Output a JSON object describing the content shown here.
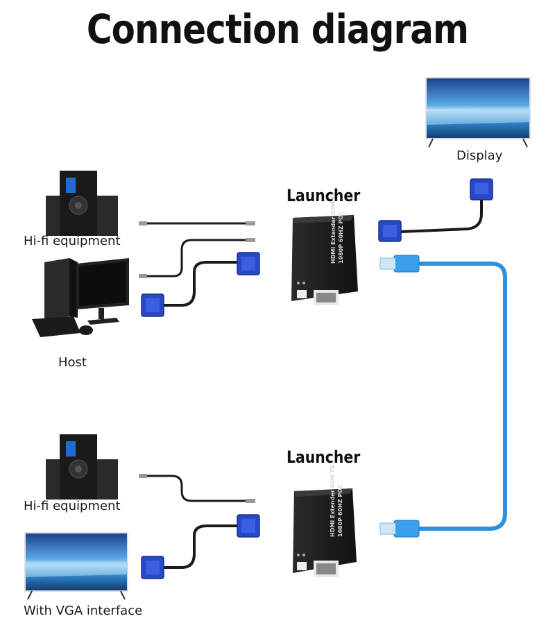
{
  "title": "Connection diagram",
  "labels": {
    "display": "Display",
    "hifi_top": "Hi-fi equipment",
    "host": "Host",
    "launcher_top": "Launcher",
    "launcher_bottom": "Launcher",
    "hifi_bottom": "Hi-fi equipment",
    "vga_tv": "With VGA interface"
  },
  "device_print": {
    "line1": "HDMI Extender 60M TX",
    "line2": "1080P 60HZ POC"
  },
  "colors": {
    "cable_blue": "#2f8fe0",
    "vga_blue": "#2848c8",
    "box_dark": "#1d1d1d",
    "cable_black": "#1a1a1a"
  }
}
